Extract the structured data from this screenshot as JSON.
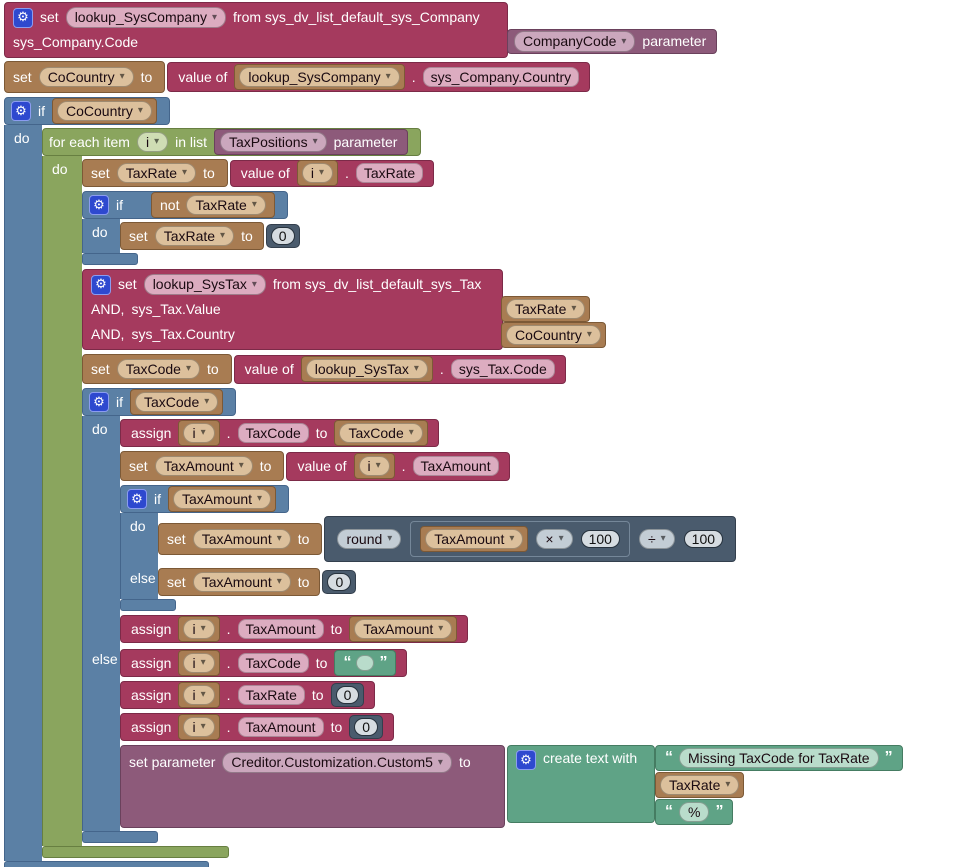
{
  "icons": {
    "gear": "⚙",
    "dropdown": "▾",
    "quote_open": "“",
    "quote_close": "”"
  },
  "kw": {
    "set": "set",
    "to": "to",
    "if": "if",
    "do": "do",
    "else": "else",
    "not": "not",
    "assign": "assign",
    "value_of": "value of",
    "parameter": "parameter",
    "set_parameter": "set parameter",
    "for_each_item": "for each item",
    "in_list": "in list",
    "create_text_with": "create text with",
    "and": "AND,",
    "dot": ".",
    "from_company": "from sys_dv_list_default_sys_Company",
    "from_tax": "from sys_dv_list_default_sys_Tax"
  },
  "vars": {
    "i": "i",
    "tax_rate": "TaxRate",
    "tax_code": "TaxCode",
    "tax_amount": "TaxAmount",
    "co_country": "CoCountry",
    "lookup_sys_company": "lookup_SysCompany",
    "lookup_sys_tax": "lookup_SysTax",
    "tax_positions": "TaxPositions",
    "company_code": "CompanyCode",
    "custom5": "Creditor.Customization.Custom5"
  },
  "props": {
    "company_code": "sys_Company.Code",
    "company_country": "sys_Company.Country",
    "tax_value": "sys_Tax.Value",
    "tax_country": "sys_Tax.Country",
    "tax_code": "sys_Tax.Code",
    "tax_rate": "TaxRate",
    "tax_amount": "TaxAmount",
    "tax_code_field": "TaxCode"
  },
  "values": {
    "zero": "0",
    "hundred": "100",
    "round": "round",
    "multiply": "×",
    "divide": "÷",
    "missing_text": "Missing TaxCode for TaxRate",
    "percent": "%",
    "empty_string": ""
  },
  "colors": {
    "crimson": "#a53a5e",
    "brown": "#a87c52",
    "blue": "#5b80a5",
    "green": "#8aa55e",
    "teal": "#5fa386",
    "purple": "#8d5a7a",
    "slate": "#4a5b6d",
    "gear_blue": "#2e49cf"
  }
}
